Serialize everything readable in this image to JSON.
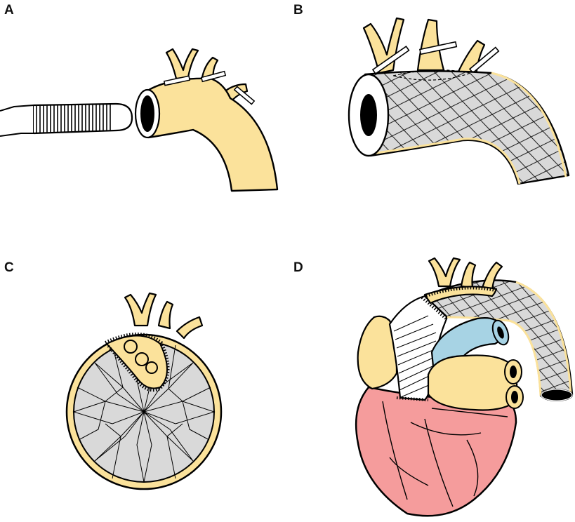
{
  "panels": [
    {
      "label": "A"
    },
    {
      "label": "B"
    },
    {
      "label": "C"
    },
    {
      "label": "D"
    }
  ],
  "colors": {
    "vessel": "#fbe29b",
    "graft": "#d9d9d9",
    "heart": "#f59c9c",
    "pulmonary_artery": "#a7d3e4",
    "outline": "#000000"
  }
}
